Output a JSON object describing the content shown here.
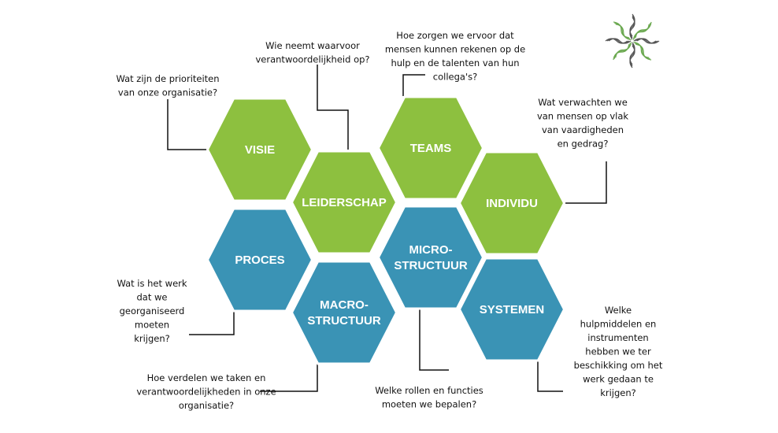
{
  "colors": {
    "green": "#8dc03f",
    "blue": "#3a93b5",
    "line": "#111111"
  },
  "logo": {
    "icon": "swirl-star-logo"
  },
  "hexagons": [
    {
      "id": "visie",
      "label": [
        "VISIE"
      ],
      "color": "green",
      "question": [
        "Wat zijn de prioriteiten",
        "van onze organisatie?"
      ]
    },
    {
      "id": "leiderschap",
      "label": [
        "LEIDERSCHAP"
      ],
      "color": "green",
      "question": [
        "Wie neemt waarvoor",
        "verantwoordelijkheid op?"
      ]
    },
    {
      "id": "teams",
      "label": [
        "TEAMS"
      ],
      "color": "green",
      "question": [
        "Hoe zorgen we ervoor dat",
        "mensen kunnen rekenen op de",
        "hulp en de talenten van hun",
        "collega's?"
      ]
    },
    {
      "id": "individu",
      "label": [
        "INDIVIDU"
      ],
      "color": "green",
      "question": [
        "Wat verwachten we",
        "van mensen op vlak",
        "van vaardigheden",
        "en gedrag?"
      ]
    },
    {
      "id": "proces",
      "label": [
        "PROCES"
      ],
      "color": "blue",
      "question": [
        "Wat is het werk",
        "dat we",
        "georganiseerd",
        "moeten",
        "krijgen?"
      ]
    },
    {
      "id": "macrostructuur",
      "label": [
        "MACRO-",
        "STRUCTUUR"
      ],
      "color": "blue",
      "question": [
        "Hoe verdelen we taken en",
        "verantwoordelijkheden in onze",
        "organisatie?"
      ]
    },
    {
      "id": "microstructuur",
      "label": [
        "MICRO-",
        "STRUCTUUR"
      ],
      "color": "blue",
      "question": [
        "Welke rollen en functies",
        "moeten we bepalen?"
      ]
    },
    {
      "id": "systemen",
      "label": [
        "SYSTEMEN"
      ],
      "color": "blue",
      "question": [
        "Welke",
        "hulpmiddelen en",
        "instrumenten",
        "hebben we ter",
        "beschikking om het",
        "werk gedaan te",
        "krijgen?"
      ]
    }
  ]
}
